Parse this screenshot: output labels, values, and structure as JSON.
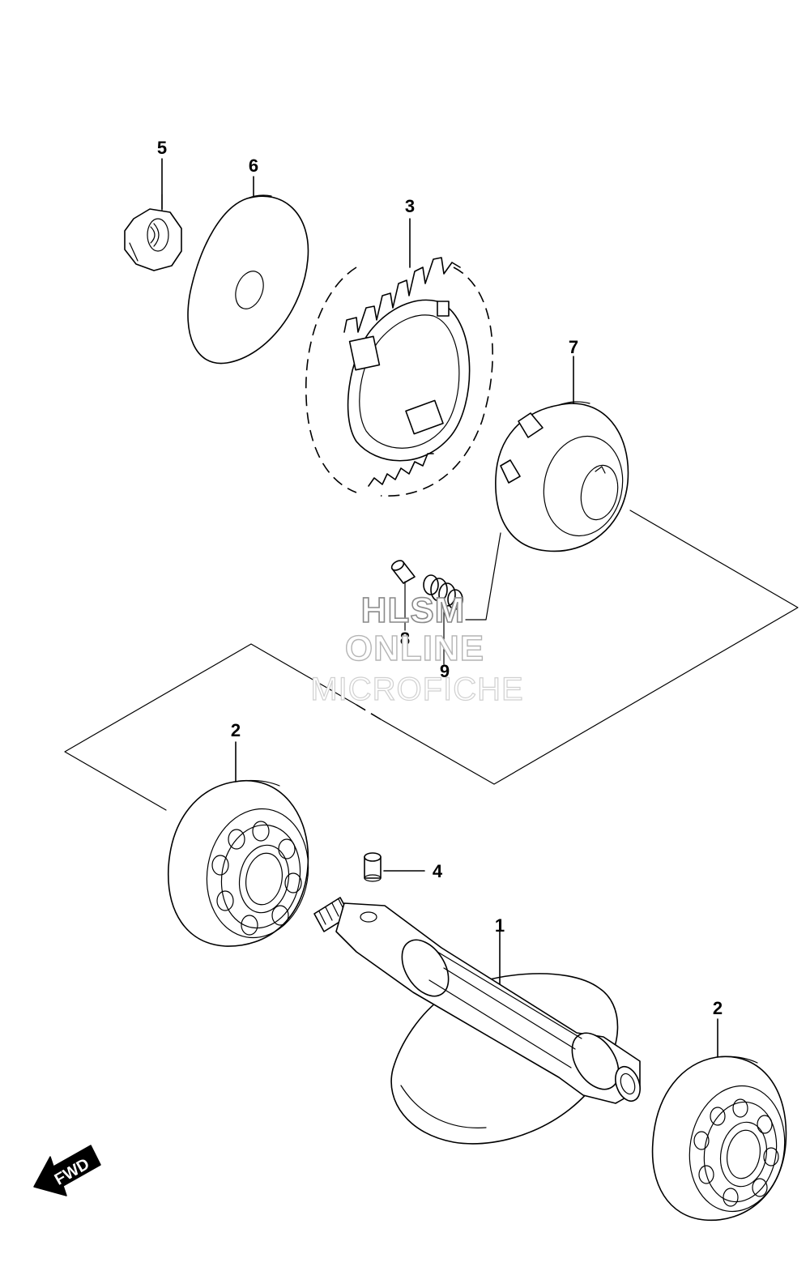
{
  "diagram": {
    "callouts": [
      {
        "id": "5",
        "text": "5"
      },
      {
        "id": "6",
        "text": "6"
      },
      {
        "id": "3",
        "text": "3"
      },
      {
        "id": "7",
        "text": "7"
      },
      {
        "id": "8",
        "text": "8"
      },
      {
        "id": "9",
        "text": "9"
      },
      {
        "id": "2a",
        "text": "2"
      },
      {
        "id": "4",
        "text": "4"
      },
      {
        "id": "1",
        "text": "1"
      },
      {
        "id": "2b",
        "text": "2"
      }
    ],
    "watermark": {
      "line1": "HLSM",
      "line2": "ONLINE",
      "line3": "MICROFICHE"
    },
    "direction_badge": {
      "text": "FWD"
    }
  }
}
